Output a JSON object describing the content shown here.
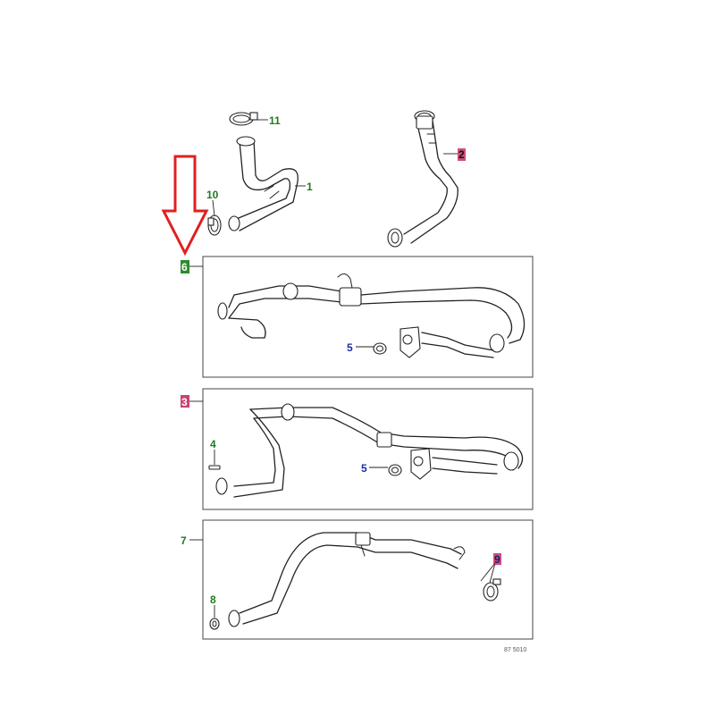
{
  "labels": {
    "part_1": "1",
    "part_2": "2",
    "part_3": "3",
    "part_4": "4",
    "part_5a": "5",
    "part_5b": "5",
    "part_6": "6",
    "part_7": "7",
    "part_8": "8",
    "part_9": "9",
    "part_10": "10",
    "part_11": "11",
    "ref_code": "87 5010"
  },
  "colors": {
    "arrow": "#e02020",
    "label_green": "#1f7a1f",
    "label_blue": "#1a2fa0",
    "highlight_green": "#2e8b2e",
    "highlight_red": "#c0134a"
  }
}
